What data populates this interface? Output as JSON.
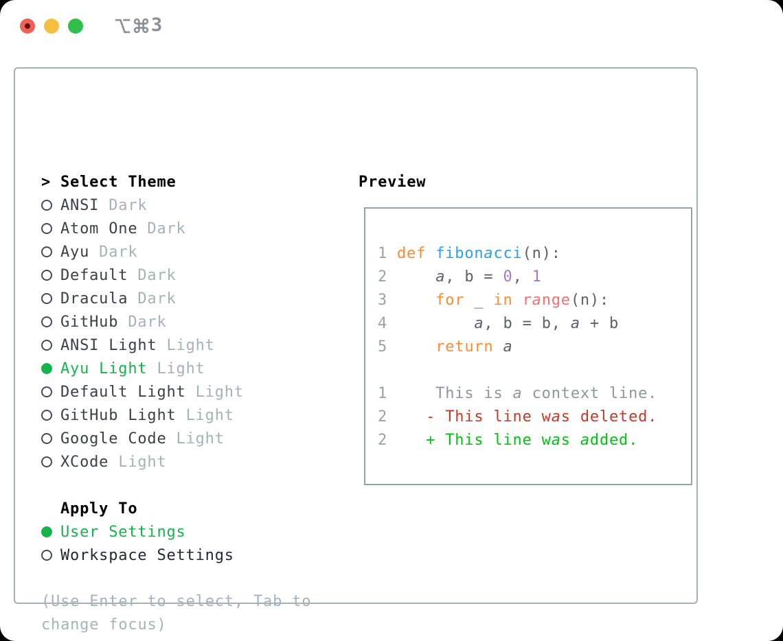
{
  "window": {
    "shortcut": {
      "option": "⌥",
      "command": "⌘",
      "number": "3"
    },
    "traffic_lights": [
      "close",
      "minimize",
      "zoom"
    ]
  },
  "colors": {
    "accent_green": "#17b34c",
    "diff_added": "#00c213",
    "diff_deleted": "#c43a28",
    "diff_context": "#8f969d",
    "syntax_keyword": "#f98d2f",
    "syntax_function": "#2da1e8",
    "syntax_number": "#a37acc",
    "syntax_call": "#f07171",
    "syntax_plain": "#5c6166",
    "line_number": "#9aa1a9",
    "muted_text": "#a8b0ba",
    "traffic_red": "#ee6156",
    "traffic_yellow": "#f5bf41",
    "traffic_green": "#2ec04a"
  },
  "theme_selector": {
    "heading": "Select Theme",
    "cursor": ">",
    "items": [
      {
        "name": "ANSI",
        "variant": "Dark",
        "selected": false
      },
      {
        "name": "Atom One",
        "variant": "Dark",
        "selected": false
      },
      {
        "name": "Ayu",
        "variant": "Dark",
        "selected": false
      },
      {
        "name": "Default",
        "variant": "Dark",
        "selected": false
      },
      {
        "name": "Dracula",
        "variant": "Dark",
        "selected": false
      },
      {
        "name": "GitHub",
        "variant": "Dark",
        "selected": false
      },
      {
        "name": "ANSI Light",
        "variant": "Light",
        "selected": false
      },
      {
        "name": "Ayu Light",
        "variant": "Light",
        "selected": true
      },
      {
        "name": "Default Light",
        "variant": "Light",
        "selected": false
      },
      {
        "name": "GitHub Light",
        "variant": "Light",
        "selected": false
      },
      {
        "name": "Google Code",
        "variant": "Light",
        "selected": false
      },
      {
        "name": "XCode",
        "variant": "Light",
        "selected": false
      }
    ]
  },
  "apply_to": {
    "heading": "Apply To",
    "options": [
      {
        "label": "User Settings",
        "selected": true
      },
      {
        "label": "Workspace Settings",
        "selected": false
      }
    ]
  },
  "hint": {
    "text": "(Use Enter to select, Tab to change focus)"
  },
  "preview": {
    "heading": "Preview",
    "code_lines": [
      {
        "num": "1",
        "tokens": [
          {
            "t": "def ",
            "c": "kw"
          },
          {
            "t": "fibonacci",
            "c": "fn"
          },
          {
            "t": "(n):",
            "c": "pl"
          }
        ]
      },
      {
        "num": "2",
        "tokens": [
          {
            "t": "    a, b = ",
            "c": "pl"
          },
          {
            "t": "0",
            "c": "num"
          },
          {
            "t": ", ",
            "c": "pl"
          },
          {
            "t": "1",
            "c": "num"
          }
        ]
      },
      {
        "num": "3",
        "tokens": [
          {
            "t": "    ",
            "c": "pl"
          },
          {
            "t": "for",
            "c": "kw"
          },
          {
            "t": " _ ",
            "c": "pl"
          },
          {
            "t": "in",
            "c": "kw"
          },
          {
            "t": " ",
            "c": "pl"
          },
          {
            "t": "range",
            "c": "call"
          },
          {
            "t": "(n):",
            "c": "pl"
          }
        ]
      },
      {
        "num": "4",
        "tokens": [
          {
            "t": "        a, b = b, a + b",
            "c": "pl"
          }
        ]
      },
      {
        "num": "5",
        "tokens": [
          {
            "t": "    ",
            "c": "pl"
          },
          {
            "t": "return",
            "c": "kw"
          },
          {
            "t": " a",
            "c": "pl"
          }
        ]
      },
      {
        "num": "",
        "tokens": []
      },
      {
        "num": "1",
        "tokens": [
          {
            "t": "    This is a context line.",
            "c": "ctx"
          }
        ]
      },
      {
        "num": "2",
        "tokens": [
          {
            "t": "   - This line was deleted.",
            "c": "del"
          }
        ]
      },
      {
        "num": "2",
        "tokens": [
          {
            "t": "   + This line was added.",
            "c": "add"
          }
        ]
      }
    ]
  }
}
